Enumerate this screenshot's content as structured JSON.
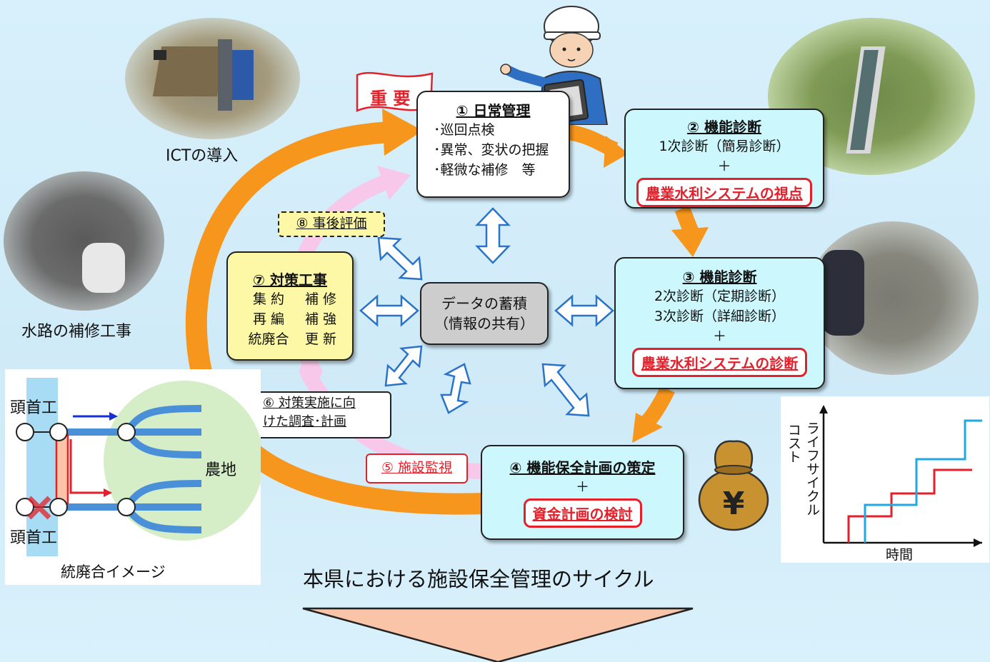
{
  "banner": {
    "important": "重 要"
  },
  "photos": {
    "ict_caption": "ICTの導入",
    "repair_caption": "水路の補修工事"
  },
  "steps": {
    "s1": {
      "title": "① 日常管理",
      "lines": [
        "･巡回点検",
        "･異常、変状の把握",
        "･軽微な補修　等"
      ]
    },
    "s2": {
      "title": "② 機能診断",
      "line1": "1次診断（簡易診断）",
      "plus": "＋",
      "red": "農業水利システムの視点"
    },
    "s3": {
      "title": "③ 機能診断",
      "line1": "2次診断（定期診断）",
      "line2": "3次診断（詳細診断）",
      "plus": "＋",
      "red": "農業水利システムの診断"
    },
    "s4": {
      "title": "④ 機能保全計画の策定",
      "plus": "＋",
      "red": "資金計画の検討"
    },
    "s5": {
      "label": "⑤ 施設監視"
    },
    "s6": {
      "line1": "⑥ 対策実施に向",
      "line2": "けた調査･計画"
    },
    "s7": {
      "title": "⑦ 対策工事",
      "rows": [
        [
          "集 約",
          "補 修"
        ],
        [
          "再 編",
          "補 強"
        ],
        [
          "統廃合",
          "更 新"
        ]
      ]
    },
    "s8": {
      "label": "⑧ 事後評価"
    }
  },
  "center": {
    "line1": "データの蓄積",
    "line2": "（情報の共有）"
  },
  "integration": {
    "head_top": "頭首工",
    "head_bottom": "頭首工",
    "farmland": "農地",
    "caption": "統廃合イメージ"
  },
  "lifecycle": {
    "ylabel_a": "ライフサイクル",
    "ylabel_b": "コスト",
    "xlabel": "時間",
    "colors": {
      "red": "#e4202a",
      "blue": "#20a8e0"
    }
  },
  "main_caption": "本県における施設保全管理のサイクル",
  "colors": {
    "orange": "#f7961d",
    "pink": "#f8c8ea",
    "red": "#e4202a",
    "arrow_fill": "#f9c4a8"
  }
}
